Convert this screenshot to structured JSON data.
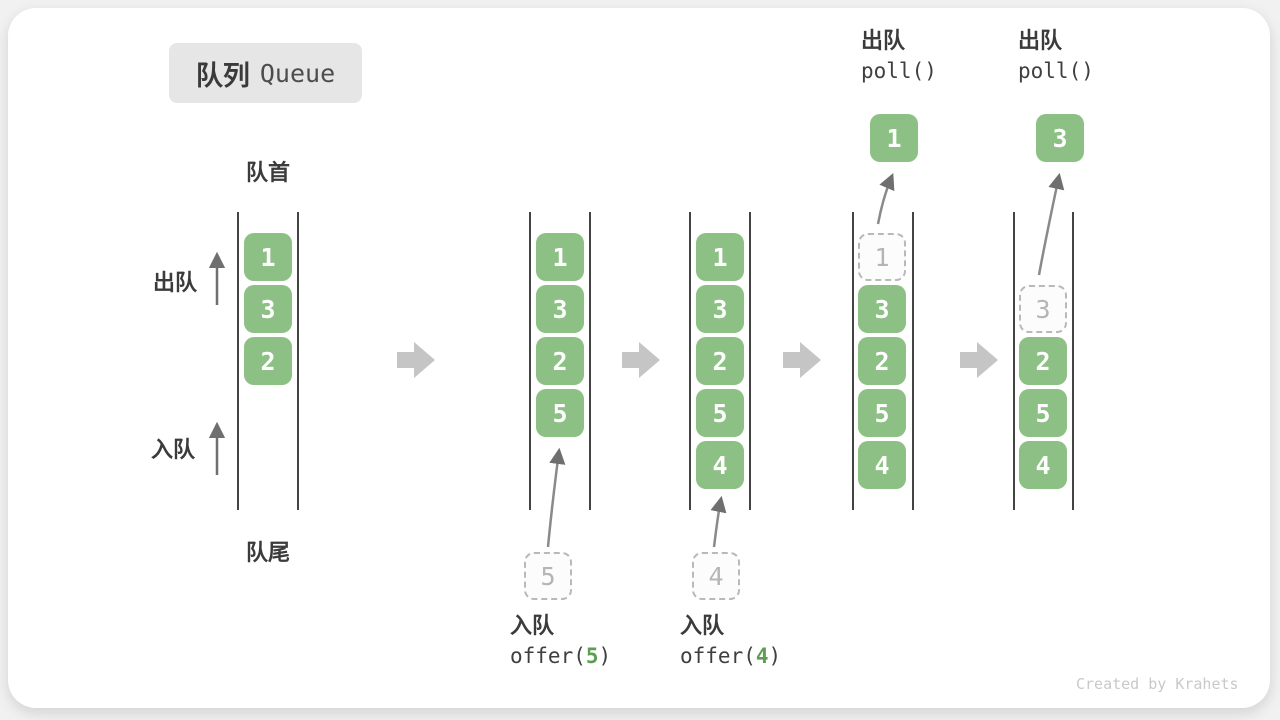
{
  "title": {
    "zh": "队列",
    "en": "Queue"
  },
  "labels": {
    "front": "队首",
    "rear": "队尾",
    "dequeue_side": "出队",
    "enqueue_side": "入队"
  },
  "states": [
    {
      "cells": [
        "1",
        "3",
        "2"
      ]
    },
    {
      "cells": [
        "1",
        "3",
        "2",
        "5"
      ],
      "incoming": "5"
    },
    {
      "cells": [
        "1",
        "3",
        "2",
        "5",
        "4"
      ],
      "incoming": "4"
    },
    {
      "cells": [
        "3",
        "2",
        "5",
        "4"
      ],
      "ghost": "1",
      "polled": "1"
    },
    {
      "cells": [
        "2",
        "5",
        "4"
      ],
      "ghost": "3",
      "polled": "3"
    }
  ],
  "operations": {
    "offer5": {
      "label": "入队",
      "fn_open": "offer(",
      "arg": "5",
      "fn_close": ")"
    },
    "offer4": {
      "label": "入队",
      "fn_open": "offer(",
      "arg": "4",
      "fn_close": ")"
    },
    "poll1": {
      "label": "出队",
      "fn": "poll()"
    },
    "poll2": {
      "label": "出队",
      "fn": "poll()"
    }
  },
  "watermark": "Created by Krahets",
  "colors": {
    "cell_green": "#8dc084",
    "code_green": "#5aa050",
    "block_arrow_gray": "#c5c5c5",
    "wall_dark": "#434343",
    "text_dark": "#3b3b3b",
    "ghost_border": "#b9b9b9",
    "ghost_text": "#b5b5b5",
    "title_bg": "#e6e6e6",
    "watermark_gray": "#c9c9c9"
  }
}
